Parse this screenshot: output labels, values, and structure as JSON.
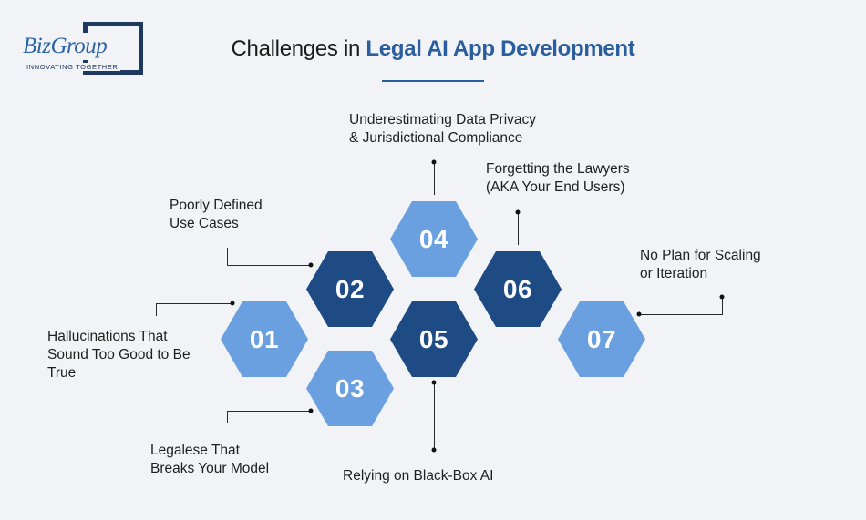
{
  "logo": {
    "wordmark": "BizGroup",
    "tagline": "INNOVATING TOGETHER"
  },
  "header": {
    "title_plain": "Challenges in ",
    "title_accent": "Legal AI App Development"
  },
  "colors": {
    "accent": "#2a5e9f",
    "hex_light": "#6aa0e0",
    "hex_dark": "#1f4b85",
    "background": "#f1f3f7"
  },
  "challenges": [
    {
      "number": "01",
      "label": "Hallucinations That\nSound Too Good to Be\nTrue"
    },
    {
      "number": "02",
      "label": "Poorly Defined\nUse Cases"
    },
    {
      "number": "03",
      "label": "Legalese That\nBreaks Your Model"
    },
    {
      "number": "04",
      "label": "Underestimating Data Privacy\n& Jurisdictional Compliance"
    },
    {
      "number": "05",
      "label": "Relying on Black-Box AI"
    },
    {
      "number": "06",
      "label": "Forgetting the Lawyers\n(AKA Your End Users)"
    },
    {
      "number": "07",
      "label": "No Plan for Scaling\nor Iteration"
    }
  ]
}
